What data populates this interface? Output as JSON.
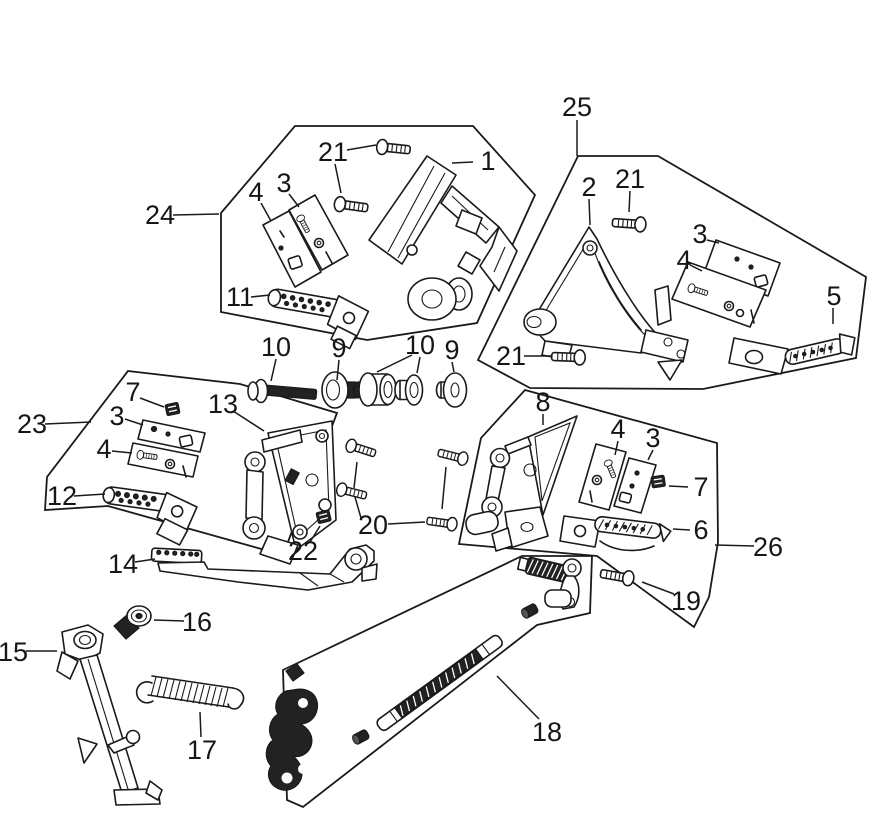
{
  "diagram": {
    "type": "exploded-parts-diagram",
    "background_color": "#ffffff",
    "line_color": "#1a1a1a",
    "labels": [
      {
        "text": "1"
      },
      {
        "text": "2"
      },
      {
        "text": "3"
      },
      {
        "text": "4"
      },
      {
        "text": "21"
      },
      {
        "text": "11"
      },
      {
        "text": "24"
      },
      {
        "text": "25"
      },
      {
        "text": "21"
      },
      {
        "text": "3"
      },
      {
        "text": "4"
      },
      {
        "text": "5"
      },
      {
        "text": "21"
      },
      {
        "text": "23"
      },
      {
        "text": "7"
      },
      {
        "text": "3"
      },
      {
        "text": "4"
      },
      {
        "text": "13"
      },
      {
        "text": "12"
      },
      {
        "text": "10"
      },
      {
        "text": "9"
      },
      {
        "text": "10"
      },
      {
        "text": "9"
      },
      {
        "text": "8"
      },
      {
        "text": "4"
      },
      {
        "text": "3"
      },
      {
        "text": "7"
      },
      {
        "text": "6"
      },
      {
        "text": "26"
      },
      {
        "text": "19"
      },
      {
        "text": "20"
      },
      {
        "text": "22"
      },
      {
        "text": "14"
      },
      {
        "text": "16"
      },
      {
        "text": "15"
      },
      {
        "text": "17"
      },
      {
        "text": "18"
      }
    ]
  }
}
